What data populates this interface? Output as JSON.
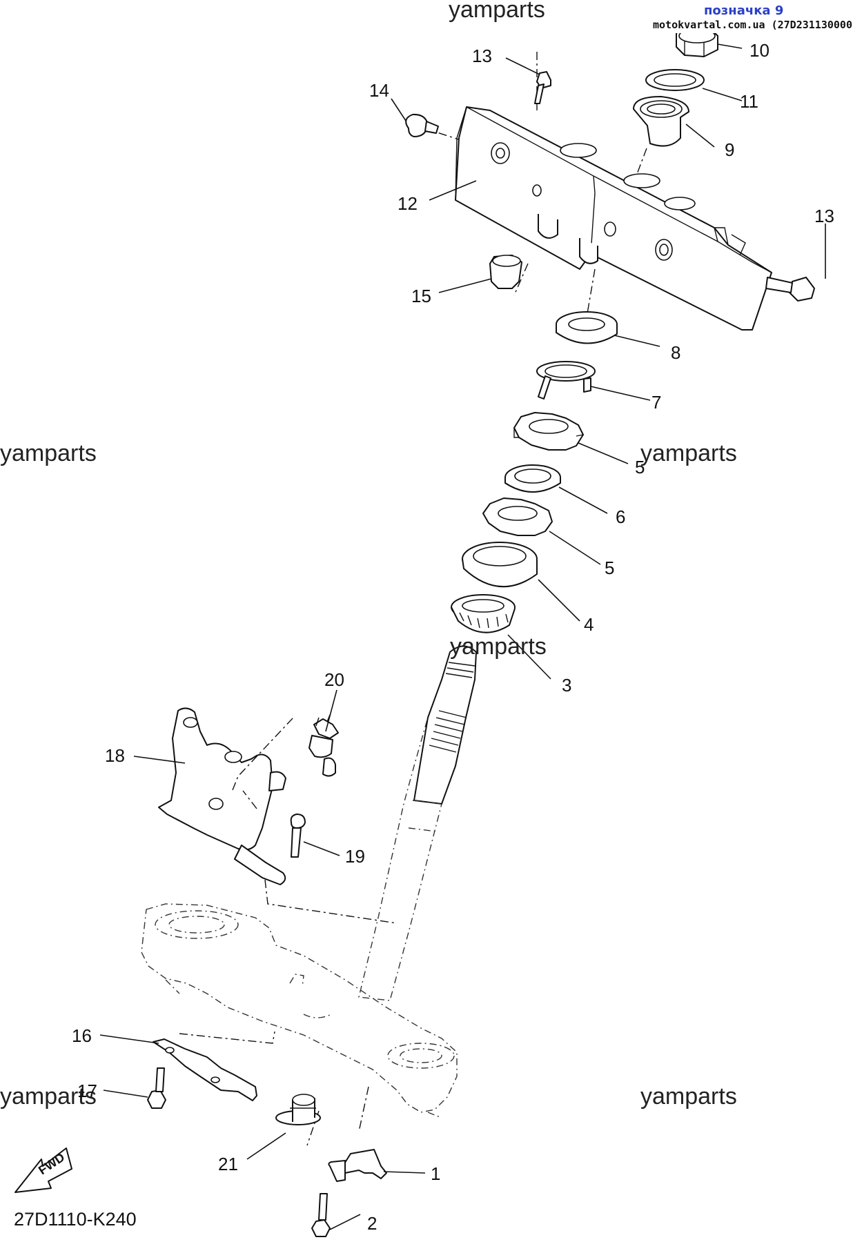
{
  "header": {
    "tag_title": "позначка 9",
    "tag_source": "motokvartal.com.ua (27D231130000)"
  },
  "watermarks": [
    "yamparts",
    "yamparts",
    "yamparts",
    "yamparts",
    "yamparts",
    "yamparts"
  ],
  "callouts": [
    "10",
    "13",
    "11",
    "14",
    "9",
    "12",
    "13",
    "15",
    "8",
    "7",
    "5",
    "6",
    "5",
    "4",
    "3",
    "20",
    "18",
    "19",
    "16",
    "17",
    "21",
    "1",
    "2"
  ],
  "fwd_label": "FWD",
  "diagram_code": "27D1110-K240"
}
